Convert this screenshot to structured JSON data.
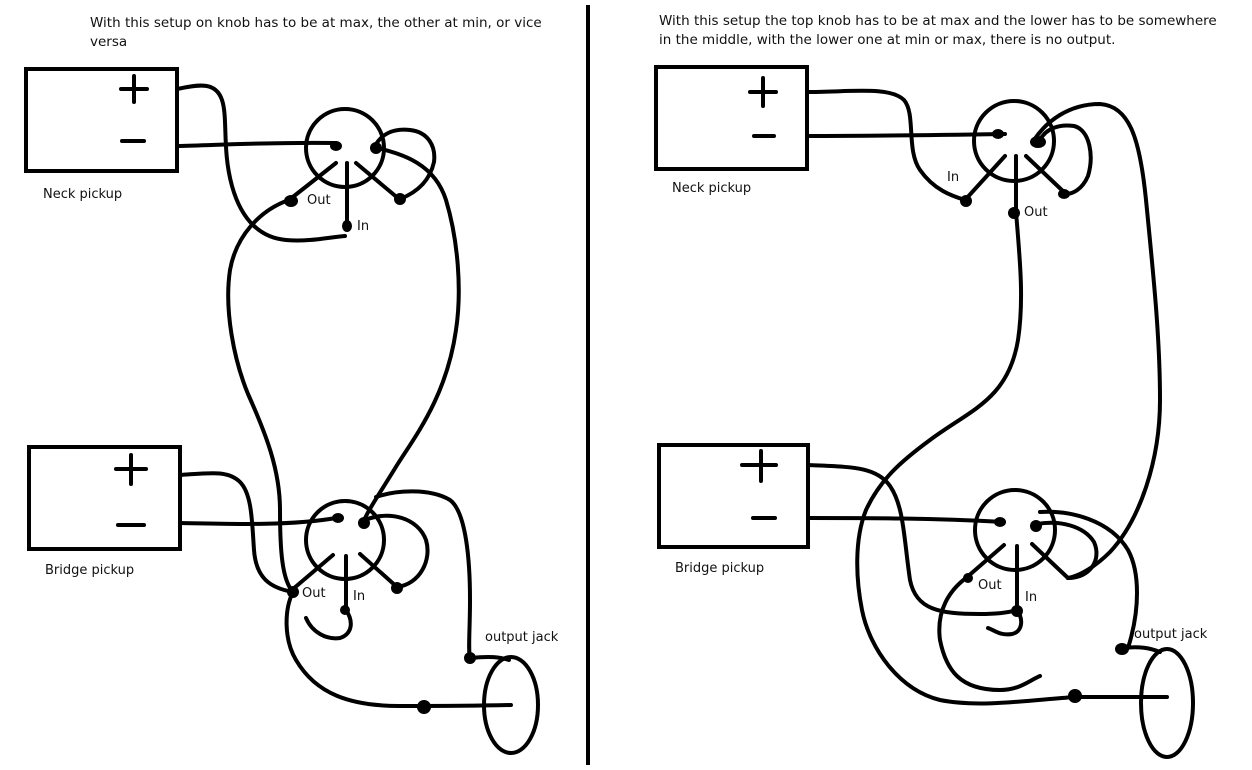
{
  "left": {
    "caption": "With this setup on knob has to be at max, the other at min, or vice versa",
    "neck_label": "Neck pickup",
    "bridge_label": "Bridge pickup",
    "top_out": "Out",
    "top_in": "In",
    "bot_out": "Out",
    "bot_in": "In",
    "jack_label": "output jack",
    "plus": "+",
    "minus": "−"
  },
  "right": {
    "caption": "With this setup the top knob has to be at max and the lower has to be somewhere in the middle, with the lower one at min or max, there is no output.",
    "neck_label": "Neck pickup",
    "bridge_label": "Bridge pickup",
    "top_in": "In",
    "top_out": "Out",
    "bot_out": "Out",
    "bot_in": "In",
    "jack_label": "output jack",
    "plus": "+",
    "minus": "−"
  }
}
